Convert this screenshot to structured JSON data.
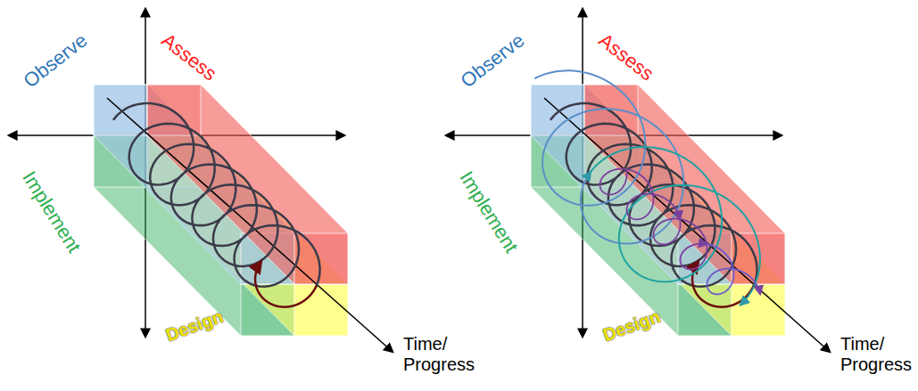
{
  "diagram": {
    "labels": [
      "Observe",
      "Assess",
      "Implement",
      "Design",
      "Time/ Progress",
      "Observe",
      "Assess",
      "Implement",
      "Design",
      "Time/ Progress"
    ]
  }
}
